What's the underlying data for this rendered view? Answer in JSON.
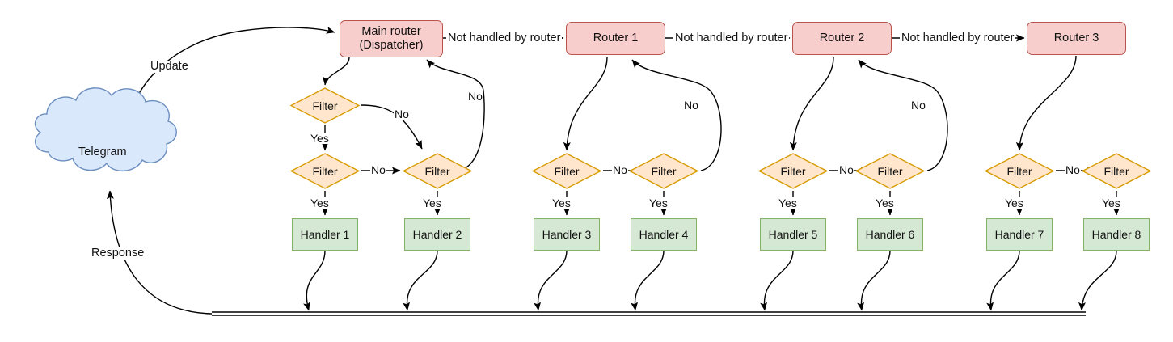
{
  "diagram": {
    "title": "Telegram bot update routing flow",
    "colors": {
      "router_fill": "#f8cecc",
      "router_stroke": "#b85450",
      "filter_fill": "#ffe6cc",
      "filter_stroke": "#d79b00",
      "handler_fill": "#d5e8d4",
      "handler_stroke": "#82b366",
      "cloud_fill": "#dae8fc",
      "cloud_stroke": "#6c8ebf",
      "edge_stroke": "#000000",
      "background": "#ffffff"
    },
    "cloud": {
      "label": "Telegram"
    },
    "routers": [
      {
        "id": "main-router",
        "label_line1": "Main router",
        "label_line2": "(Dispatcher)"
      },
      {
        "id": "router-1",
        "label_line1": "Router 1",
        "label_line2": ""
      },
      {
        "id": "router-2",
        "label_line1": "Router 2",
        "label_line2": ""
      },
      {
        "id": "router-3",
        "label_line1": "Router 3",
        "label_line2": ""
      }
    ],
    "filters": [
      {
        "id": "filter-top-0",
        "label": "Filter"
      },
      {
        "id": "filter-a0",
        "label": "Filter"
      },
      {
        "id": "filter-b0",
        "label": "Filter"
      },
      {
        "id": "filter-a1",
        "label": "Filter"
      },
      {
        "id": "filter-b1",
        "label": "Filter"
      },
      {
        "id": "filter-a2",
        "label": "Filter"
      },
      {
        "id": "filter-b2",
        "label": "Filter"
      },
      {
        "id": "filter-a3",
        "label": "Filter"
      },
      {
        "id": "filter-b3",
        "label": "Filter"
      }
    ],
    "handlers": [
      {
        "id": "handler-1",
        "label": "Handler 1"
      },
      {
        "id": "handler-2",
        "label": "Handler 2"
      },
      {
        "id": "handler-3",
        "label": "Handler 3"
      },
      {
        "id": "handler-4",
        "label": "Handler 4"
      },
      {
        "id": "handler-5",
        "label": "Handler 5"
      },
      {
        "id": "handler-6",
        "label": "Handler 6"
      },
      {
        "id": "handler-7",
        "label": "Handler 7"
      },
      {
        "id": "handler-8",
        "label": "Handler 8"
      }
    ],
    "edge_labels": {
      "update": "Update",
      "response": "Response",
      "not_handled_1": "Not handled by router",
      "not_handled_2": "Not handled by router",
      "not_handled_3": "Not handled by router",
      "yes": "Yes",
      "no": "No",
      "yes_list": [
        "Yes",
        "Yes",
        "Yes",
        "Yes",
        "Yes",
        "Yes",
        "Yes",
        "Yes",
        "Yes"
      ],
      "no_list": [
        "No",
        "No",
        "No",
        "No",
        "No",
        "No",
        "No",
        "No",
        "No"
      ]
    }
  }
}
